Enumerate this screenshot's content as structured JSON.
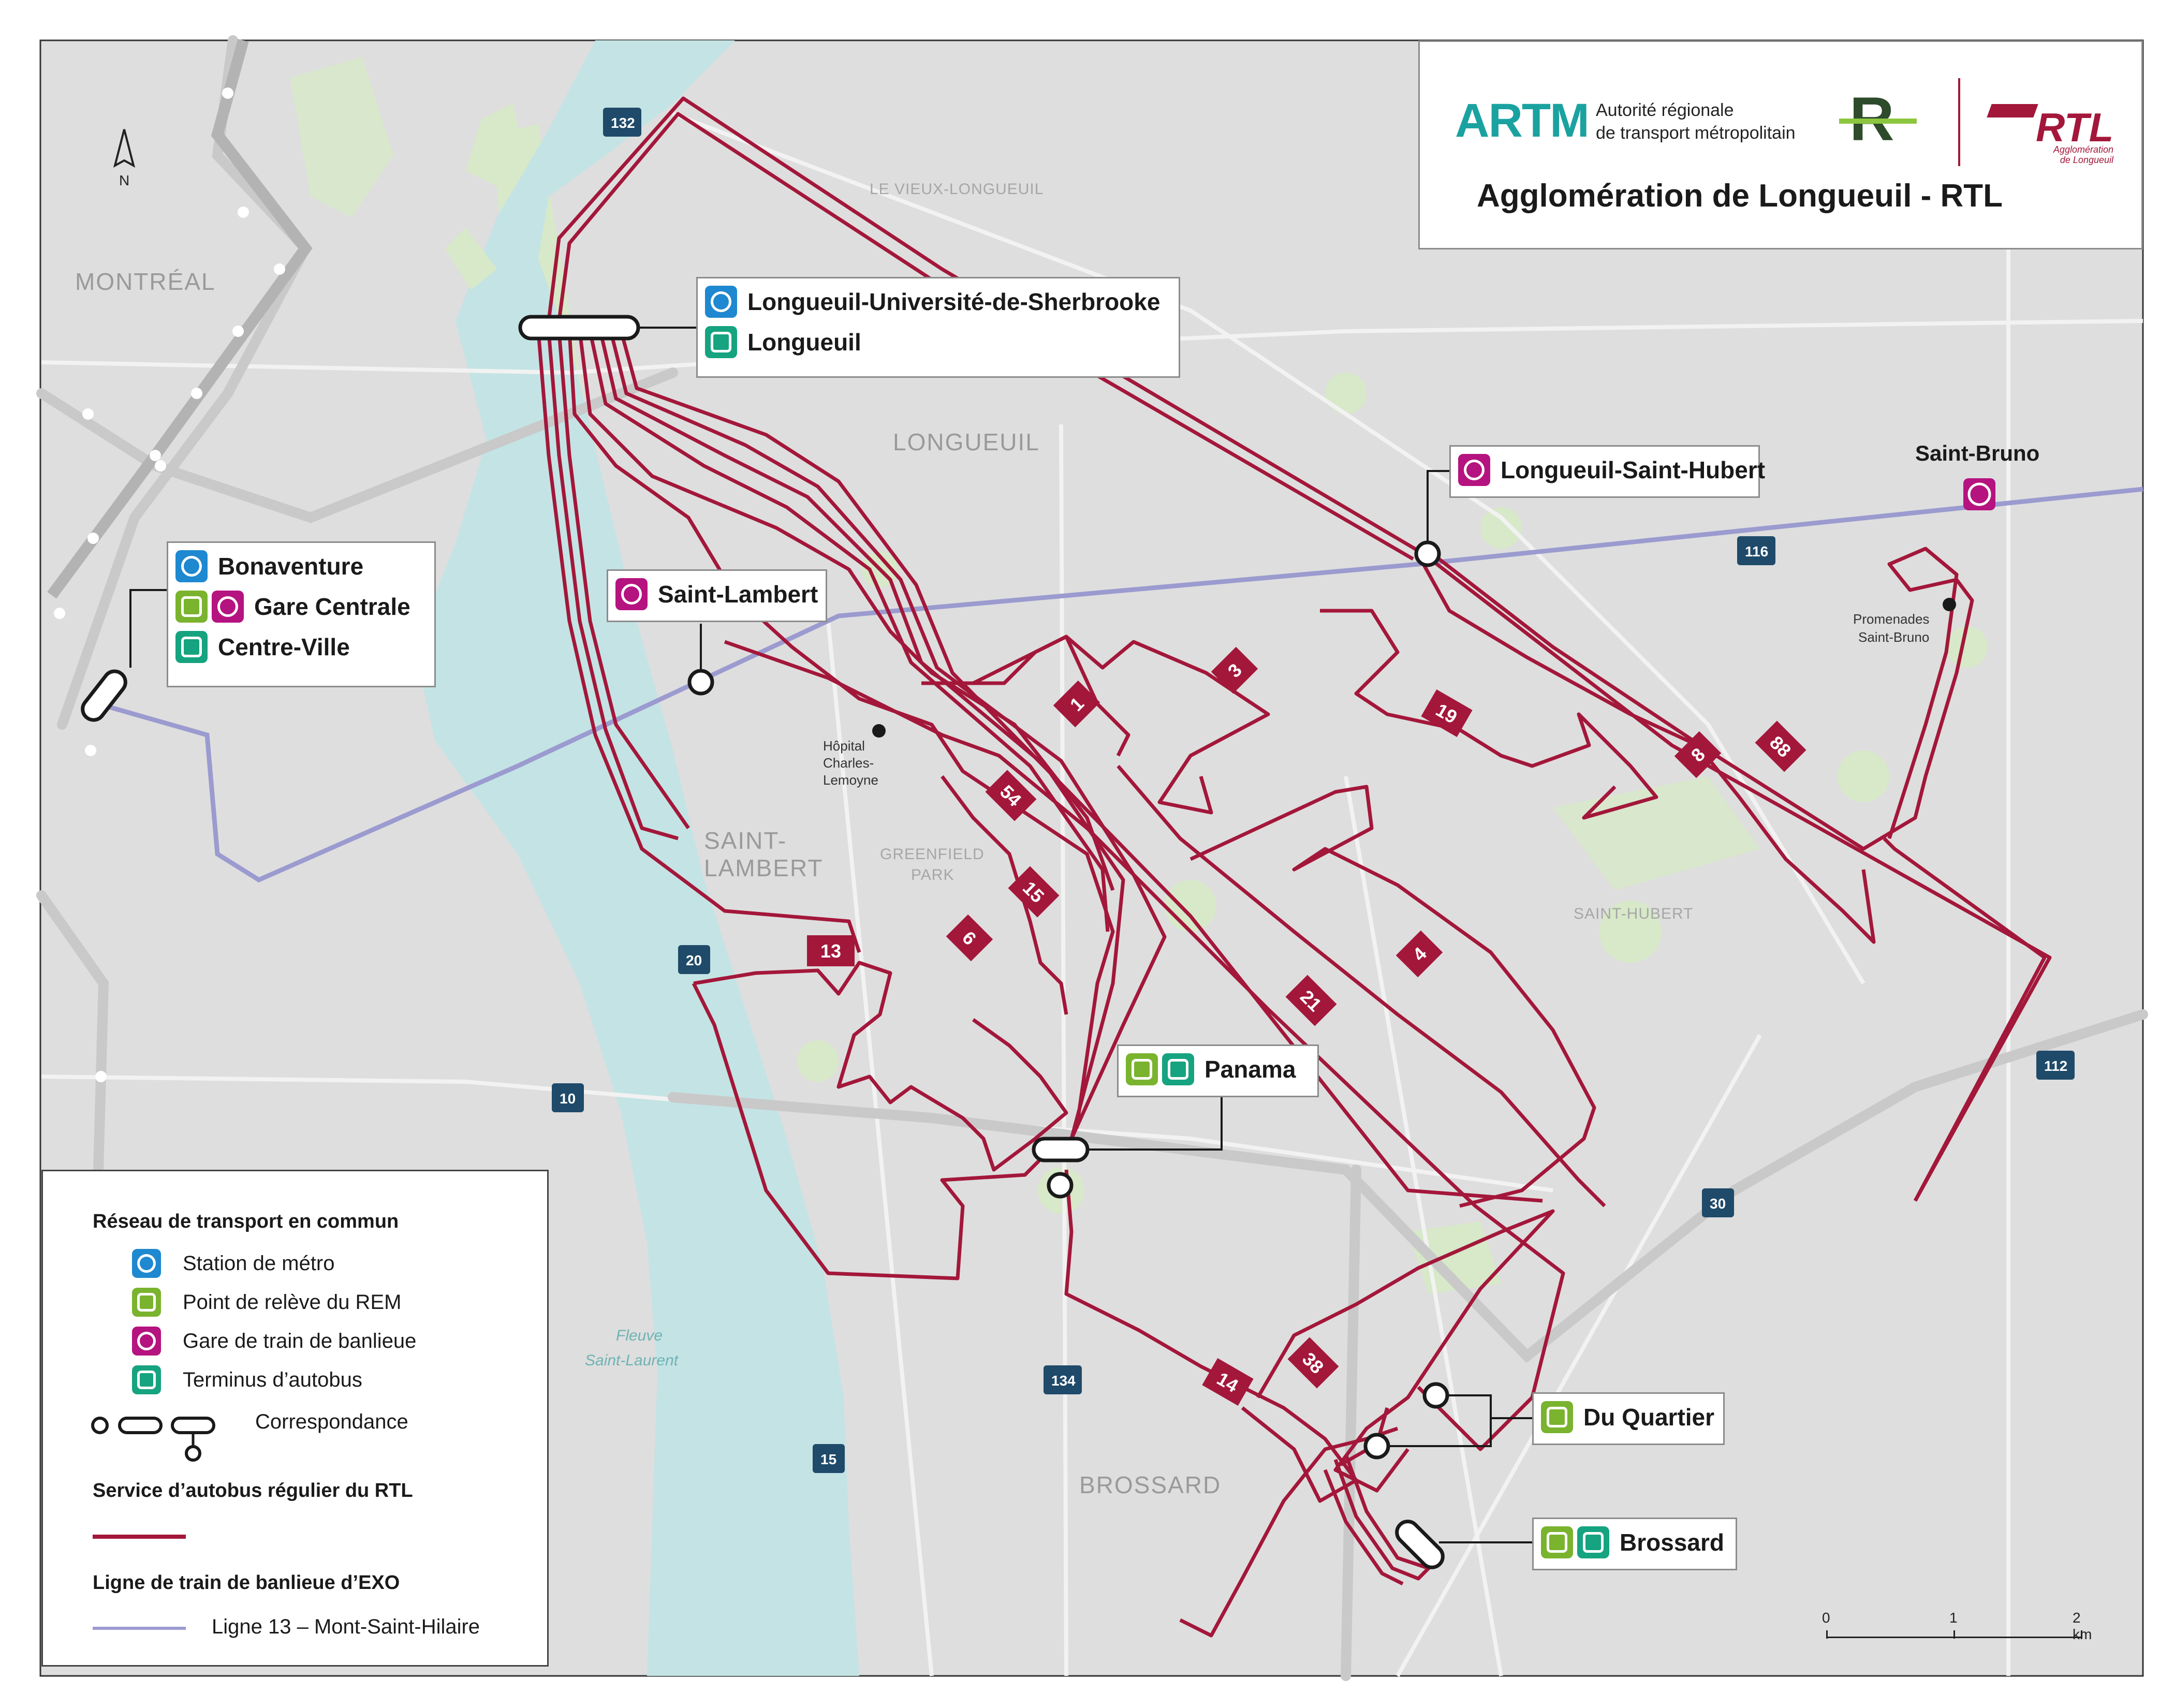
{
  "header": {
    "title": "Agglomération de Longueuil - RTL",
    "artm_logo": "ARTM",
    "artm_name_line1": "Autorité régionale",
    "artm_name_line2": "de transport métropolitain",
    "rem_logo": "R",
    "rtl_logo": "RTL",
    "rtl_sub_line1": "Agglomération",
    "rtl_sub_line2": "de Longueuil"
  },
  "map_labels": {
    "montreal": "MONTRÉAL",
    "vieux_longueuil": "LE VIEUX-LONGUEUIL",
    "longueuil": "LONGUEUIL",
    "saint_lambert_1": "SAINT-",
    "saint_lambert_2": "LAMBERT",
    "greenfield_1": "GREENFIELD",
    "greenfield_2": "PARK",
    "saint_hubert": "SAINT-HUBERT",
    "brossard": "BROSSARD",
    "river_1": "Fleuve",
    "river_2": "Saint-Laurent",
    "hopital_1": "Hôpital",
    "hopital_2": "Charles-",
    "hopital_3": "Lemoyne",
    "promenades_1": "Promenades",
    "promenades_2": "Saint-Bruno",
    "north": "N",
    "saint_bruno": "Saint-Bruno"
  },
  "highways": [
    "132",
    "116",
    "20",
    "10",
    "112",
    "30",
    "134",
    "15"
  ],
  "routes": [
    "1",
    "3",
    "19",
    "8",
    "88",
    "54",
    "15",
    "6",
    "13",
    "4",
    "21",
    "14",
    "38"
  ],
  "stations": {
    "longueuil_usherb": "Longueuil-Université-de-Sherbrooke",
    "longueuil_bus": "Longueuil",
    "longueuil_st_hubert": "Longueuil-Saint-Hubert",
    "saint_lambert": "Saint-Lambert",
    "bonaventure": "Bonaventure",
    "gare_centrale": "Gare Centrale",
    "centre_ville": "Centre-Ville",
    "panama": "Panama",
    "du_quartier": "Du Quartier",
    "brossard": "Brossard"
  },
  "legend": {
    "title_network": "Réseau de transport en commun",
    "metro": "Station de métro",
    "rem": "Point de relève du REM",
    "train": "Gare de train de banlieue",
    "bus_terminal": "Terminus d’autobus",
    "correspondance": "Correspondance",
    "title_rtl": "Service d’autobus régulier du RTL",
    "title_exo": "Ligne de train de banlieue d’EXO",
    "exo_line": "Ligne 13 – Mont-Saint-Hilaire"
  },
  "scale": {
    "s0": "0",
    "s1": "1",
    "s2": "2 km"
  },
  "colors": {
    "route": "#a3173a",
    "train_line": "#9b9bd0",
    "water": "#c4e3e4",
    "park": "#d7e9c8",
    "land": "#dedede",
    "metro": "#1e88d0",
    "rem": "#7ab32e",
    "train": "#b5137f",
    "bus": "#16a37f"
  }
}
